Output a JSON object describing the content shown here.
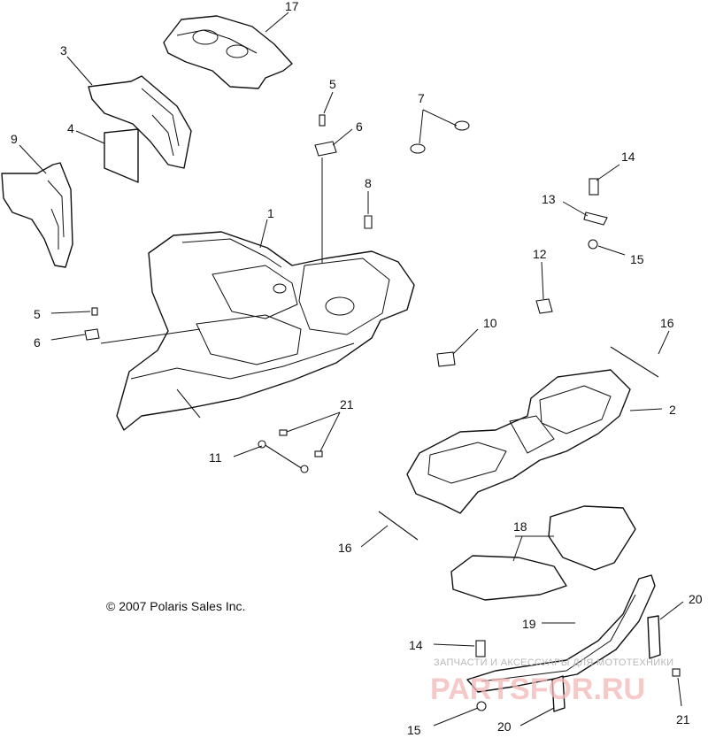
{
  "copyright": "© 2007 Polaris Sales Inc.",
  "watermark": {
    "line1": "ЗАПЧАСТИ И АКСЕССУАРЫ ДЛЯ МОТОТЕХНИКИ",
    "line2": "PARTSFOR.RU"
  },
  "callouts": {
    "c1": "1",
    "c2": "2",
    "c3": "3",
    "c4": "4",
    "c5a": "5",
    "c5b": "5",
    "c6a": "6",
    "c6b": "6",
    "c7": "7",
    "c8": "8",
    "c9": "9",
    "c10": "10",
    "c11": "11",
    "c12": "12",
    "c13": "13",
    "c14a": "14",
    "c14b": "14",
    "c15a": "15",
    "c15b": "15",
    "c16a": "16",
    "c16b": "16",
    "c17": "17",
    "c18": "18",
    "c19": "19",
    "c20a": "20",
    "c20b": "20",
    "c21a": "21",
    "c21b": "21"
  },
  "colors": {
    "line": "#111111",
    "background": "#ffffff",
    "watermark": "#f4b8b8"
  }
}
